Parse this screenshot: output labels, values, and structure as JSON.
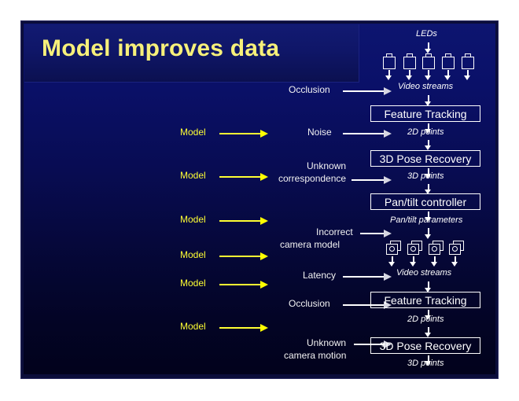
{
  "slide": {
    "title": "Model improves data",
    "accent_yellow": "#ffff33",
    "title_yellow": "#f7f07a",
    "background_top": "#0d1570",
    "background_bottom": "#02021c",
    "line_white": "#ffffff"
  },
  "left_column": {
    "label": "Model",
    "items": [
      {
        "label": "Model",
        "arrow": "yellow-arrow-right"
      },
      {
        "label": "Model",
        "arrow": "yellow-arrow-right"
      },
      {
        "label": "Model",
        "arrow": "yellow-arrow-right"
      },
      {
        "label": "Model",
        "arrow": "yellow-arrow-right"
      },
      {
        "label": "Model",
        "arrow": "yellow-arrow-right"
      },
      {
        "label": "Model",
        "arrow": "yellow-arrow-right"
      }
    ]
  },
  "problems": [
    {
      "line1": "Occlusion",
      "line2": "",
      "arrow_on": 1
    },
    {
      "line1": "Noise",
      "line2": "",
      "arrow_on": 1
    },
    {
      "line1": "Unknown",
      "line2": "correspondence",
      "arrow_on": 2
    },
    {
      "line1": "Incorrect",
      "line2": "camera model",
      "arrow_on": 1
    },
    {
      "line1": "Latency",
      "line2": "",
      "arrow_on": 1
    },
    {
      "line1": "Occlusion",
      "line2": "",
      "arrow_on": 1
    },
    {
      "line1": "Unknown",
      "line2": "camera motion",
      "arrow_on": 1
    }
  ],
  "pipeline": {
    "top_label": "LEDs",
    "led_count": 5,
    "led_icon": "led-icon",
    "camera_count": 4,
    "camera_icon": "camera-icon",
    "stages": [
      {
        "kind": "label",
        "text": "LEDs"
      },
      {
        "kind": "icons",
        "text": "leds"
      },
      {
        "kind": "label",
        "text": "Video streams"
      },
      {
        "kind": "box",
        "text": "Feature Tracking"
      },
      {
        "kind": "label",
        "text": "2D points"
      },
      {
        "kind": "box",
        "text": "3D Pose Recovery"
      },
      {
        "kind": "label",
        "text": "3D points"
      },
      {
        "kind": "box",
        "text": "Pan/tilt controller"
      },
      {
        "kind": "label",
        "text": "Pan/tilt parameters"
      },
      {
        "kind": "icons",
        "text": "cameras"
      },
      {
        "kind": "label",
        "text": "Video  streams"
      },
      {
        "kind": "box",
        "text": "Feature Tracking"
      },
      {
        "kind": "label",
        "text": "2D points"
      },
      {
        "kind": "box",
        "text": "3D Pose Recovery"
      },
      {
        "kind": "label",
        "text": "3D points"
      }
    ],
    "labels": {
      "leds": "LEDs",
      "video_streams_1": "Video streams",
      "feature_tracking_1": "Feature Tracking",
      "points_2d_1": "2D points",
      "pose_recovery_1": "3D Pose Recovery",
      "points_3d_1": "3D points",
      "pan_tilt_controller": "Pan/tilt controller",
      "pan_tilt_parameters": "Pan/tilt parameters",
      "video_streams_2": "Video  streams",
      "feature_tracking_2": "Feature Tracking",
      "points_2d_2": "2D points",
      "pose_recovery_2": "3D Pose Recovery",
      "points_3d_2": "3D points"
    }
  }
}
